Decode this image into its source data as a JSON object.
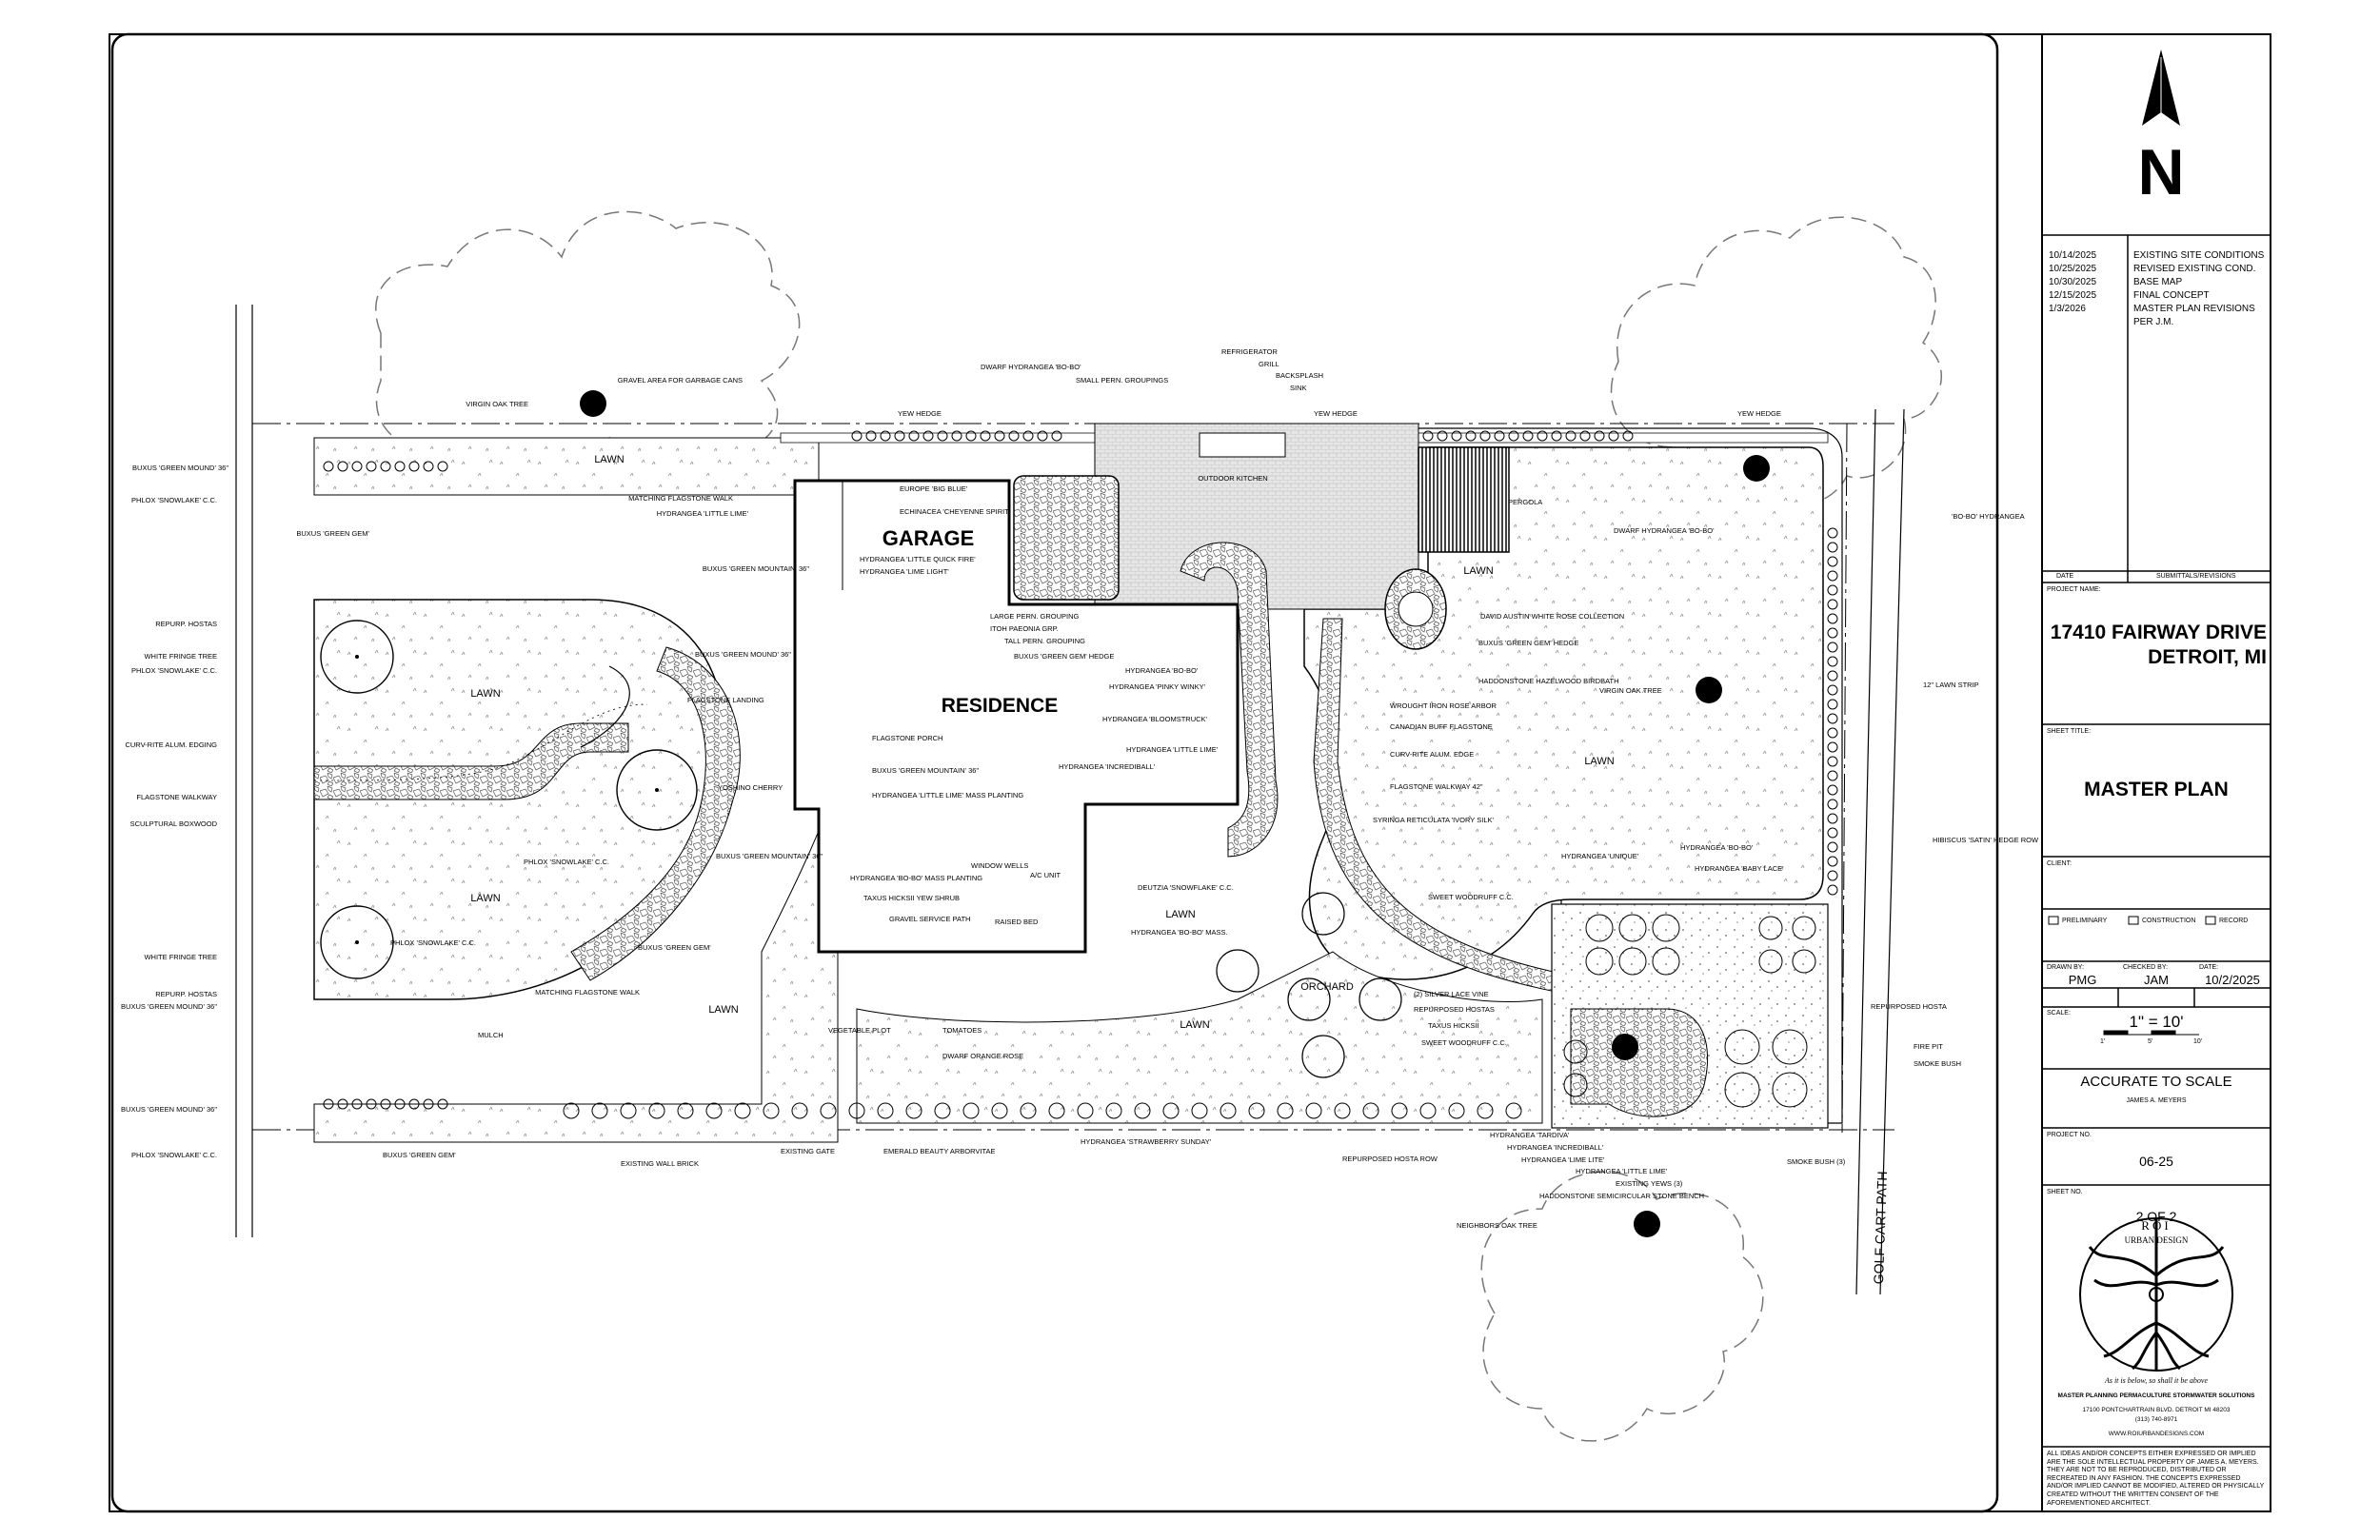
{
  "title_block": {
    "revisions": [
      {
        "date": "10/14/2025",
        "desc": "EXISTING SITE CONDITIONS"
      },
      {
        "date": "10/25/2025",
        "desc": "REVISED EXISTING COND."
      },
      {
        "date": "10/30/2025",
        "desc": "BASE MAP"
      },
      {
        "date": "12/15/2025",
        "desc": "FINAL CONCEPT"
      },
      {
        "date": "1/3/2026",
        "desc": "MASTER PLAN REVISIONS"
      },
      {
        "date": "",
        "desc": "PER J.M."
      }
    ],
    "rev_col_date": "DATE",
    "rev_col_desc": "SUBMITTALS/REVISIONS",
    "project_name_label": "PROJECT NAME:",
    "project_line1": "17410 FAIRWAY DRIVE",
    "project_line2": "DETROIT, MI",
    "sheet_title_label": "SHEET TITLE:",
    "sheet_title": "MASTER PLAN",
    "client_label": "CLIENT:",
    "status": [
      "PRELIMINARY",
      "CONSTRUCTION",
      "RECORD"
    ],
    "drawn_by_label": "DRAWN BY:",
    "drawn_by": "PMG",
    "checked_by_label": "CHECKED BY:",
    "checked_by": "JAM",
    "date_label": "DATE:",
    "date": "10/2/2025",
    "scale_label": "SCALE:",
    "scale": "1\" = 10'",
    "scale_ticks": [
      "1'",
      "5'",
      "10'"
    ],
    "accuracy": "ACCURATE TO SCALE",
    "accuracy_by": "JAMES A. MEYERS",
    "project_no_label": "PROJECT NO.",
    "project_no": "06-25",
    "sheet_no_label": "SHEET NO.",
    "sheet_no": "2 OF 2",
    "logo_top": "ROI",
    "logo_sub": "URBAN DESIGN",
    "logo_motto": "As it is below, so shall it be above",
    "services": "MASTER PLANNING  PERMACULTURE  STORMWATER SOLUTIONS",
    "address": "17100 PONTCHARTRAIN BLVD.  DETROIT MI 48203",
    "phone": "(313) 740-8971",
    "website": "WWW.ROIURBANDESIGNS.COM",
    "disclaimer": [
      "ALL IDEAS AND/OR CONCEPTS EITHER EXPRESSED OR IMPLIED",
      "ARE THE SOLE INTELLECTUAL PROPERTY OF JAMES A. MEYERS.",
      "THEY ARE NOT TO BE REPRODUCED, DISTRIBUTED OR",
      "RECREATED IN ANY FASHION. THE CONCEPTS EXPRESSED",
      "AND/OR IMPLIED CANNOT BE MODIFIED, ALTERED OR PHYSICALLY",
      "CREATED WITHOUT THE WRITTEN CONSENT OF THE",
      "AFOREMENTIONED ARCHITECT."
    ]
  },
  "north_letter": "N",
  "plan": {
    "garage": "GARAGE",
    "residence": "RESIDENCE",
    "lawn": "LAWN",
    "orchard": "ORCHARD",
    "golf_cart_path": "GOLF CART PATH",
    "labels": {
      "virgin_oak_tree": "VIRGIN OAK TREE",
      "gravel_area": "GRAVEL AREA FOR GARBAGE CANS",
      "dwarf_hydrangea_bobo": "DWARF HYDRANGEA 'BO-BO'",
      "small_pern": "SMALL PERN. GROUPINGS",
      "refrigerator": "REFRIGERATOR",
      "grill": "GRILL",
      "backsplash": "BACKSPLASH",
      "sink": "SINK",
      "yew_hedge": "YEW HEDGE",
      "outdoor_kitchen": "OUTDOOR KITCHEN",
      "pergola": "PERGOLA",
      "buxus_green_mound_36": "BUXUS 'GREEN MOUND' 36\"",
      "phlox_snowlake_cc": "PHLOX 'SNOWLAKE' C.C.",
      "matching_flagstone_walk": "MATCHING FLAGSTONE WALK",
      "hydrangea_little_lime": "HYDRANGEA 'LITTLE LIME'",
      "europe_big_blue": "EUROPE 'BIG BLUE'",
      "echinacea": "ECHINACEA 'CHEYENNE SPIRIT'",
      "hydrangea_quick_fire": "HYDRANGEA 'LITTLE QUICK FIRE'",
      "hydrangea_lime_light": "HYDRANGEA 'LIME LIGHT'",
      "buxus_green_mountain_36": "BUXUS 'GREEN MOUNTAIN' 36\"",
      "buxus_green_gem": "BUXUS 'GREEN GEM'",
      "large_pern": "LARGE PERN. GROUPING",
      "itoh_paeonia": "ITOH PAEONIA GRP.",
      "tall_pern": "TALL PERN. GROUPING",
      "buxus_green_gem_hedge": "BUXUS 'GREEN GEM' HEDGE",
      "dwarf_hydrangea_bobo_r": "DWARF HYDRANGEA 'BO-BO'",
      "bobo_hydrangea": "'BO-BO' HYDRANGEA",
      "repurp_hostas": "REPURP. HOSTAS",
      "white_fringe_tree": "WHITE FRINGE TREE",
      "curv_rite": "CURV-RITE ALUM. EDGING",
      "flagstone_walkway": "FLAGSTONE WALKWAY",
      "sculptural_boxwood": "SCULPTURAL BOXWOOD",
      "flagstone_landing": "FLAGSTONE LANDING",
      "yoshino_cherry": "YOSHINO CHERRY",
      "flagstone_porch": "FLAGSTONE PORCH",
      "hydrangea_little_lime_mass": "HYDRANGEA 'LITTLE LIME' MASS PLANTING",
      "hydrangea_bobo": "HYDRANGEA 'BO-BO'",
      "hydrangea_pinky": "HYDRANGEA 'PINKY WINKY'",
      "hydrangea_bloomstruck": "HYDRANGEA 'BLOOMSTRUCK'",
      "hydrangea_incrediball": "HYDRANGEA 'INCREDIBALL'",
      "david_austin": "DAVID AUSTIN WHITE ROSE COLLECTION",
      "haddonstone_birdbath": "HADDONSTONE HAZELWOOD BIRDBATH",
      "wrought_iron": "WROUGHT IRON ROSE ARBOR",
      "canadian_buff": "CANADIAN BUFF FLAGSTONE",
      "curv_rite_edge": "CURV-RITE ALUM. EDGE",
      "flagstone_walkway_42": "FLAGSTONE WALKWAY 42\"",
      "syringa": "SYRINGA RETICULATA 'IVORY SILK'",
      "lawn_strip": "12\" LAWN STRIP",
      "hibiscus": "HIBISCUS 'SATIN' HEDGE ROW",
      "hydrangea_unique": "HYDRANGEA 'UNIQUE'",
      "hydrangea_baby_lace": "HYDRANGEA 'BABY LACE'",
      "sweet_woodruff": "SWEET WOODRUFF C.C.",
      "window_wells": "WINDOW WELLS",
      "ac_unit": "A/C UNIT",
      "deutzia": "DEUTZIA 'SNOWFLAKE' C.C.",
      "hydrangea_bobo_mass": "HYDRANGEA 'BO-BO' MASS.",
      "hydrangea_bobo_mass_planting": "HYDRANGEA 'BO-BO' MASS PLANTING",
      "taxus": "TAXUS HICKSII YEW SHRUB",
      "gravel_service": "GRAVEL SERVICE PATH",
      "raised_bed": "RAISED BED",
      "tomatoes": "TOMATOES",
      "vegetable_plot": "VEGETABLE PLOT",
      "dwarf_orange_rose": "DWARF ORANGE ROSE",
      "mulch": "MULCH",
      "existing_wall": "EXISTING WALL BRICK",
      "existing_gate": "EXISTING GATE",
      "emerald": "EMERALD BEAUTY ARBORVITAE",
      "hydrangea_strawberry": "HYDRANGEA 'STRAWBERRY SUNDAY'",
      "repurposed_hosta_row": "REPURPOSED HOSTA ROW",
      "silver_lace": "(2) SILVER LACE VINE",
      "repurposed_hostas": "REPURPOSED HOSTAS",
      "taxus_hicksii": "TAXUS HICKSII",
      "sweet_woodruff2": "SWEET WOODRUFF C.C.",
      "hydrangea_tardiva": "HYDRANGEA 'TARDIVA'",
      "hydrangea_incrediball2": "HYDRANGEA 'INCREDIBALL'",
      "hydrangea_lime_lite": "HYDRANGEA 'LIME LITE'",
      "hydrangea_little_lime2": "HYDRANGEA 'LITTLE LIME'",
      "existing_yews": "EXISTING YEWS (3)",
      "haddonstone_bench": "HADDONSTONE SEMICIRCULAR STONE BENCH",
      "smoke_bush_3": "SMOKE BUSH (3)",
      "repurposed_hosta": "REPURPOSED HOSTA",
      "fire_pit": "FIRE PIT",
      "smoke_bush": "SMOKE BUSH",
      "neighbors_oak": "NEIGHBORS OAK TREE",
      "mulch_left": "PHLOX 'SNOWLAKE' C.C."
    }
  }
}
